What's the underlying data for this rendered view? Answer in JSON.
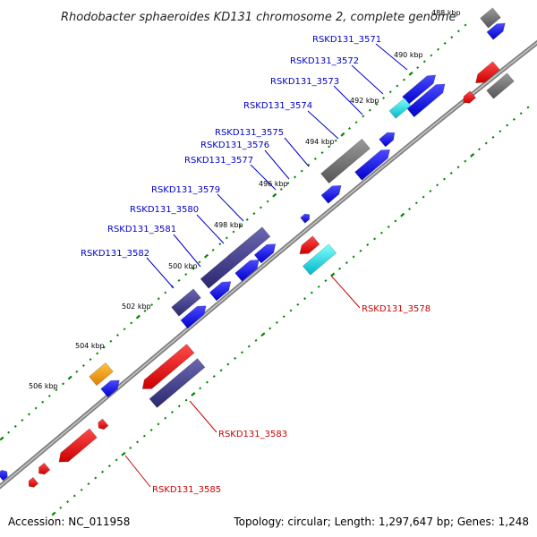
{
  "title": "Rhodobacter sphaeroides KD131 chromosome 2, complete genome",
  "footer": {
    "accession": "Accession: NC_011958",
    "summary": "Topology: circular; Length: 1,297,647 bp; Genes: 1,248"
  },
  "colors": {
    "forward_gene": "#0000ee",
    "reverse_gene": "#ee0000",
    "pseudo_gene": "#707070",
    "rna_gene": "#00d8d8",
    "alt_gene": "#ff9900",
    "feature_purple": "#3e3a80",
    "backbone": "#808080",
    "tick_green": "#008800",
    "label_blue": "#0000cc",
    "label_red": "#cc0000"
  },
  "ticks": [
    "488 kbp",
    "490 kbp",
    "492 kbp",
    "494 kbp",
    "496 kbp",
    "498 kbp",
    "500 kbp",
    "502 kbp",
    "504 kbp",
    "506 kbp"
  ],
  "labels_forward": [
    "RSKD131_3571",
    "RSKD131_3572",
    "RSKD131_3573",
    "RSKD131_3574",
    "RSKD131_3575",
    "RSKD131_3576",
    "RSKD131_3577",
    "RSKD131_3579",
    "RSKD131_3580",
    "RSKD131_3581",
    "RSKD131_3582"
  ],
  "labels_reverse": [
    "RSKD131_3578",
    "RSKD131_3583",
    "RSKD131_3585"
  ]
}
